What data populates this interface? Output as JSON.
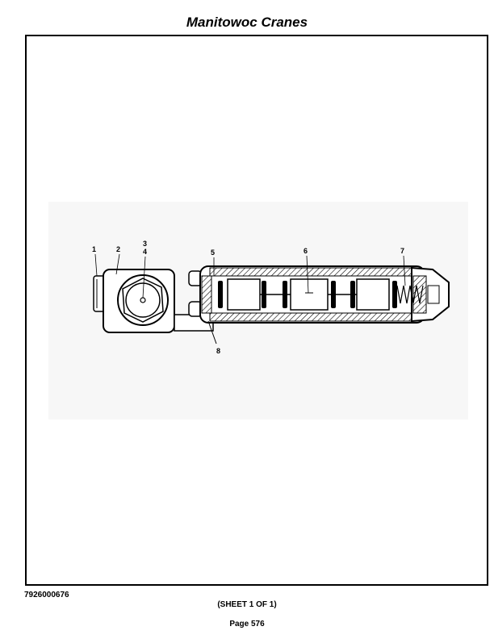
{
  "header": {
    "title": "Manitowoc Cranes"
  },
  "figure": {
    "callouts": [
      "1",
      "2",
      "3",
      "4",
      "5",
      "6",
      "7",
      "8"
    ]
  },
  "footer": {
    "part_number": "7926000676",
    "sheet": "(SHEET 1 OF 1)",
    "page": "Page 576"
  }
}
